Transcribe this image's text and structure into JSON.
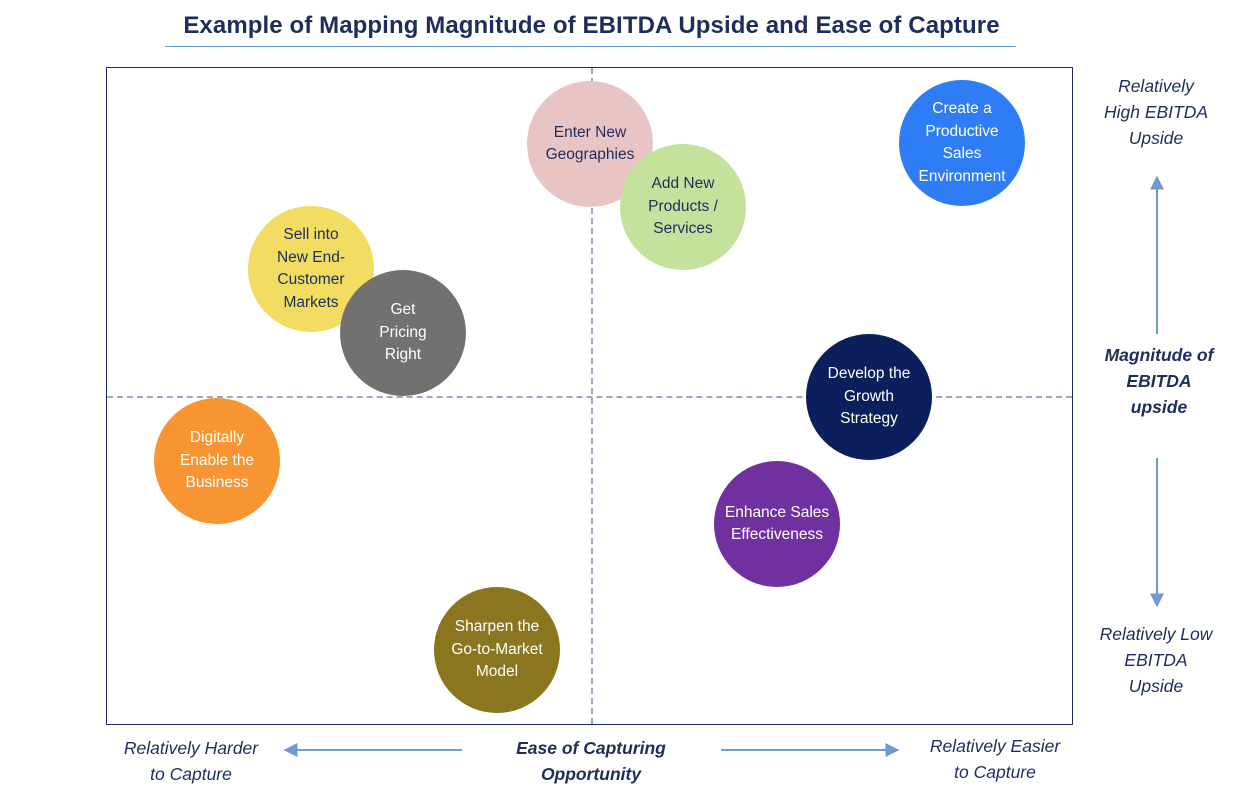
{
  "title": "Example of Mapping Magnitude of EBITDA Upside and Ease of Capture",
  "colors": {
    "title": "#1f2d5c",
    "accent_line": "#6d9bd1",
    "arrow": "#6d9bd1",
    "dashed_line": "#9aa9bf"
  },
  "axes": {
    "y_title": "Magnitude of\nEBITDA\nupside",
    "y_top": "Relatively\nHigh EBITDA\nUpside",
    "y_bottom": "Relatively Low\nEBITDA\nUpside",
    "x_title": "Ease of Capturing\nOpportunity",
    "x_left": "Relatively Harder\nto Capture",
    "x_right": "Relatively Easier\nto Capture"
  },
  "bubbles": [
    {
      "id": "enter-new-geographies",
      "label": "Enter New\nGeographies",
      "color": "#e8c4c4",
      "text_color": "#1f2d5c"
    },
    {
      "id": "add-new-products",
      "label": "Add New\nProducts /\nServices",
      "color": "#c4e29c",
      "text_color": "#1f2d5c"
    },
    {
      "id": "create-productive-sales",
      "label": "Create a\nProductive\nSales\nEnvironment",
      "color": "#2f7df5",
      "text_color": "#ffffff"
    },
    {
      "id": "sell-into-new-markets",
      "label": "Sell into\nNew End-\nCustomer\nMarkets",
      "color": "#f2dc62",
      "text_color": "#1f2d5c"
    },
    {
      "id": "get-pricing-right",
      "label": "Get\nPricing\nRight",
      "color": "#717171",
      "text_color": "#ffffff"
    },
    {
      "id": "develop-growth-strategy",
      "label": "Develop the\nGrowth\nStrategy",
      "color": "#0b1f5c",
      "text_color": "#ffffff"
    },
    {
      "id": "digitally-enable-business",
      "label": "Digitally\nEnable the\nBusiness",
      "color": "#f99433",
      "text_color": "#ffffff"
    },
    {
      "id": "enhance-sales-effectiveness",
      "label": "Enhance Sales\nEffectiveness",
      "color": "#7130a0",
      "text_color": "#ffffff"
    },
    {
      "id": "sharpen-go-to-market",
      "label": "Sharpen the\nGo-to-Market\nModel",
      "color": "#8b7620",
      "text_color": "#ffffff"
    }
  ]
}
